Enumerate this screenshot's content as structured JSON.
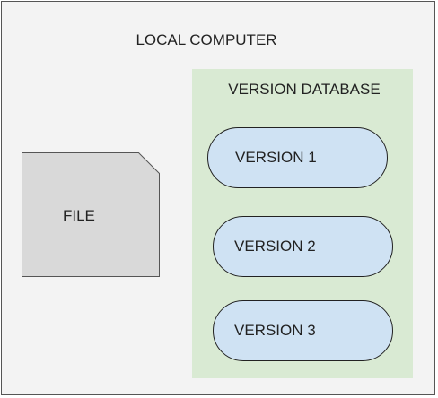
{
  "diagram": {
    "outer_box": {
      "label": "LOCAL COMPUTER"
    },
    "database": {
      "label": "VERSION DATABASE",
      "versions": [
        {
          "label": "VERSION 1"
        },
        {
          "label": "VERSION 2"
        },
        {
          "label": "VERSION 3"
        }
      ]
    },
    "file": {
      "label": "FILE"
    },
    "colors": {
      "outer_fill": "#f3f3f3",
      "outer_stroke": "#555555",
      "database_fill": "#d9ead3",
      "version_fill": "#cfe2f3",
      "file_fill": "#d9d9d9",
      "stroke": "#222222"
    }
  }
}
